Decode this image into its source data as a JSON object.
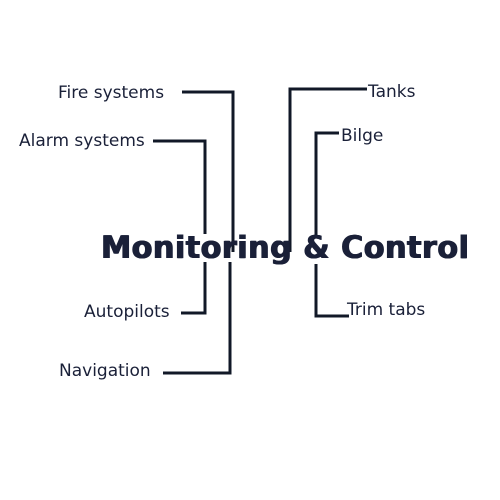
{
  "title": "Monitoring & Control",
  "left_items": [
    "Fire systems",
    "Alarm systems",
    "Autopilots",
    "Navigation"
  ],
  "right_items": [
    "Tanks",
    "Bilge",
    "Trim tabs"
  ],
  "colors": {
    "text": "#1a2038",
    "lines": "#111827",
    "background": "#ffffff"
  }
}
